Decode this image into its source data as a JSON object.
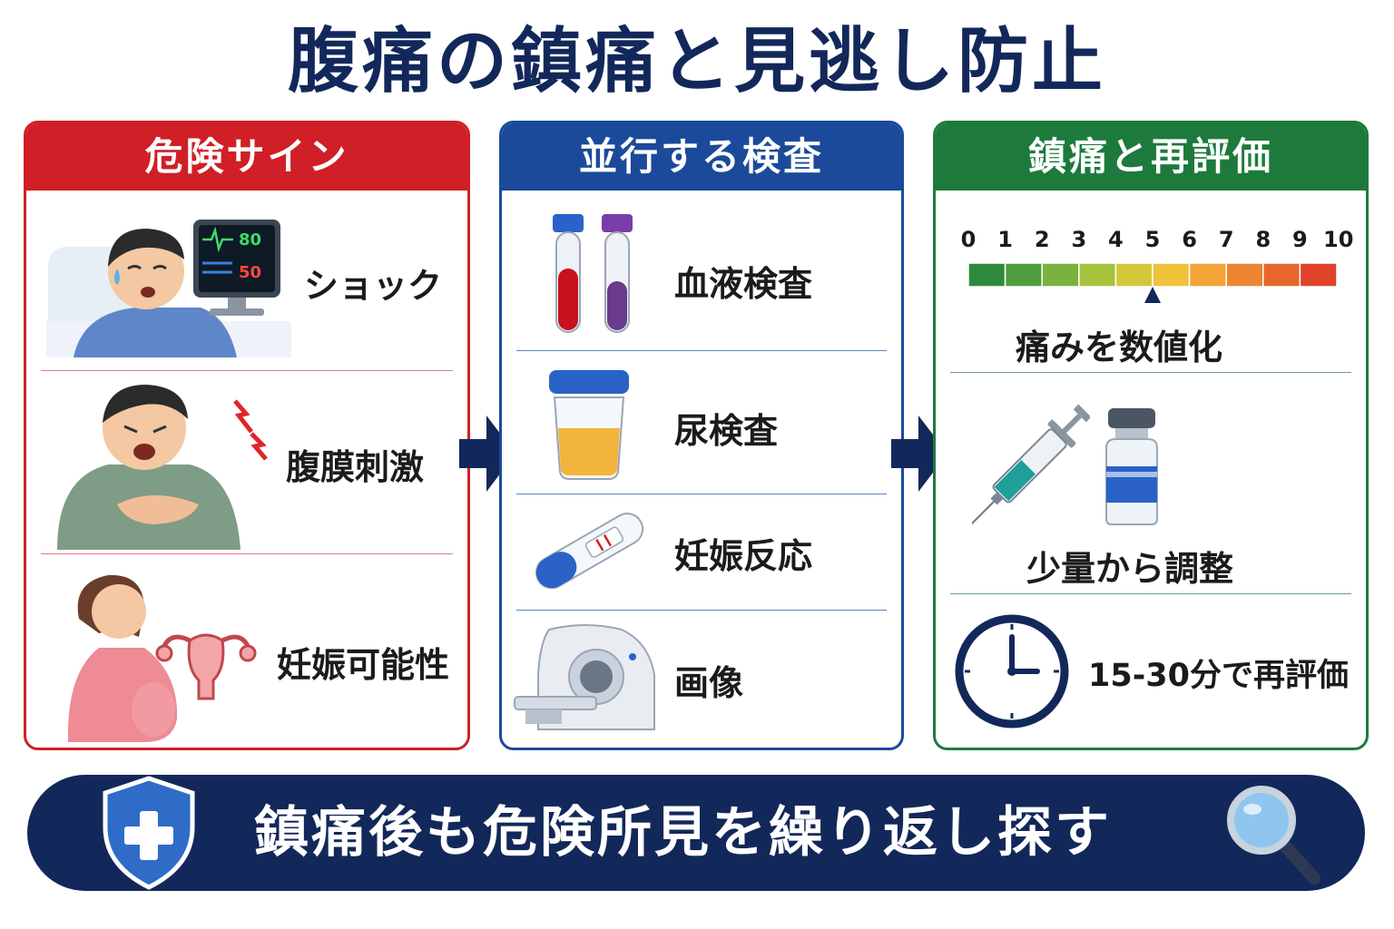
{
  "title": "腹痛の鎮痛と見逃し防止",
  "panels": {
    "danger": {
      "heading": "危険サイン",
      "items": [
        "ショック",
        "腹膜刺激",
        "妊娠可能性"
      ],
      "monitor": {
        "hr": "80",
        "bp": "50"
      }
    },
    "tests": {
      "heading": "並行する検査",
      "items": [
        "血液検査",
        "尿検査",
        "妊娠反応",
        "画像"
      ]
    },
    "analgesia": {
      "heading": "鎮痛と再評価",
      "scale": [
        "0",
        "1",
        "2",
        "3",
        "4",
        "5",
        "6",
        "7",
        "8",
        "9",
        "10"
      ],
      "scale_marker": 5,
      "items": [
        "痛みを数値化",
        "少量から調整",
        "15-30分で再評価"
      ]
    }
  },
  "banner": {
    "text": "鎮痛後も危険所見を繰り返し探す"
  },
  "colors": {
    "danger": "#d01f26",
    "tests": "#1b4a9a",
    "analgesia": "#1d7a3c",
    "navy": "#13285a"
  }
}
